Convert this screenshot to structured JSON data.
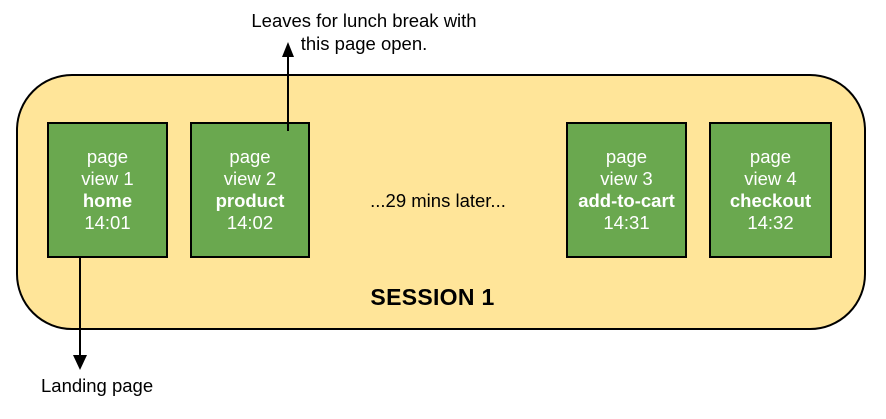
{
  "annotations": {
    "lunch_note_line1": "Leaves for lunch break with",
    "lunch_note_line2": "this page open.",
    "time_gap": "...29 mins later...",
    "landing_note": "Landing page"
  },
  "session": {
    "label": "SESSION 1"
  },
  "page_views": [
    {
      "kind": "page",
      "view": "view 1",
      "name": "home",
      "time": "14:01"
    },
    {
      "kind": "page",
      "view": "view 2",
      "name": "product",
      "time": "14:02"
    },
    {
      "kind": "page",
      "view": "view 3",
      "name": "add-to-cart",
      "time": "14:31"
    },
    {
      "kind": "page",
      "view": "view 4",
      "name": "checkout",
      "time": "14:32"
    }
  ],
  "colors": {
    "session_fill": "#ffe599",
    "box_fill": "#6aa84f",
    "box_text": "#ffffff",
    "border": "#000000",
    "text": "#000000"
  }
}
